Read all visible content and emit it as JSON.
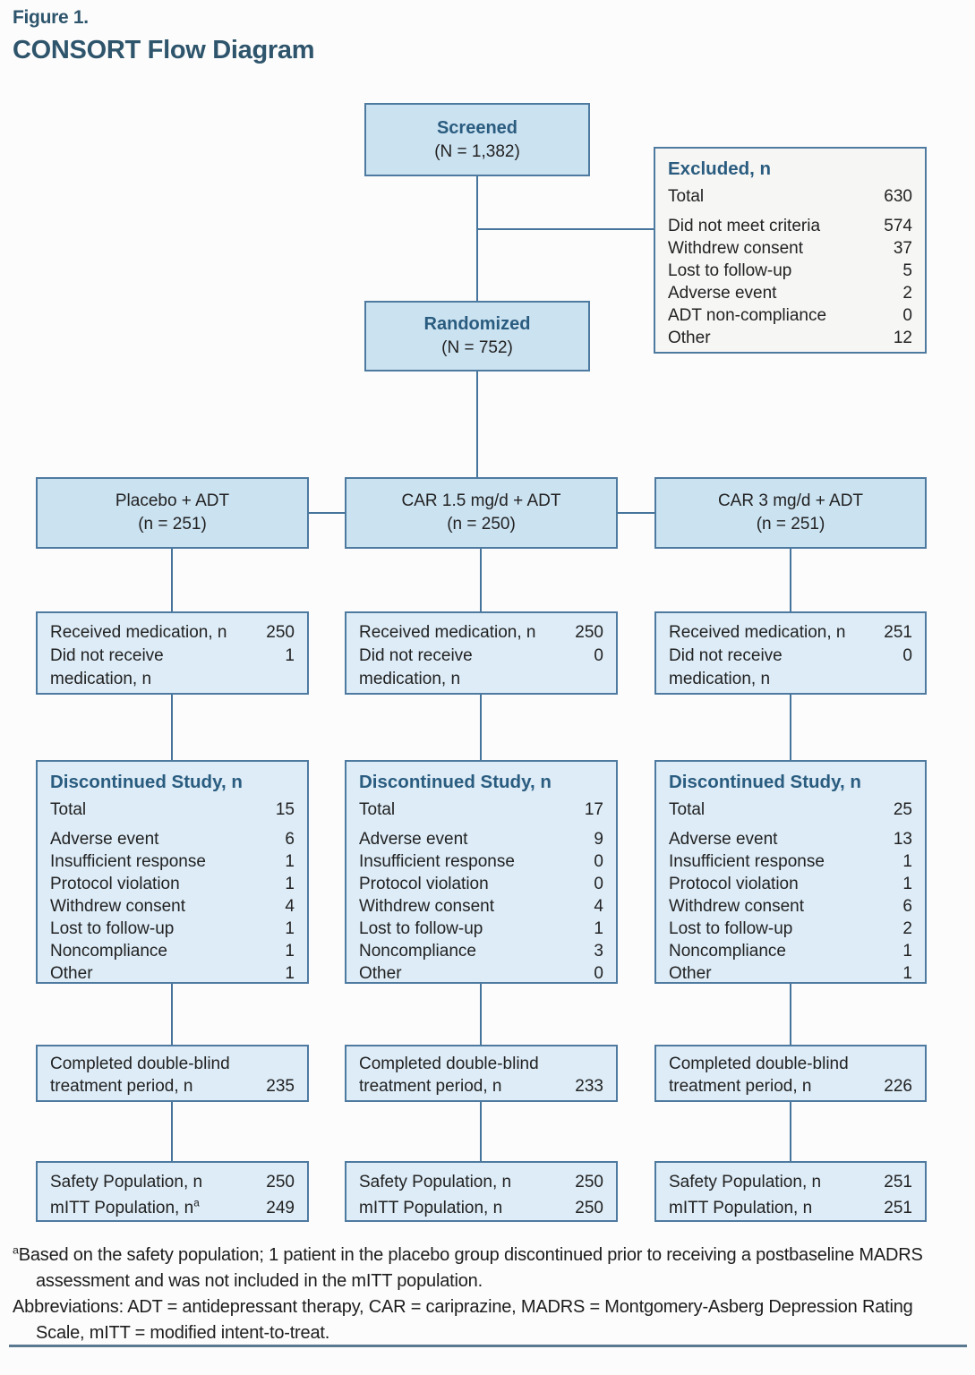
{
  "colors": {
    "border": "#4e7aa0",
    "line": "#46749b",
    "box_blue": "#cbe2f1",
    "box_light": "#ddecf7",
    "box_gray": "#f6f6f5",
    "header_text": "#2a5c7f",
    "title_text": "#2e556c",
    "body_text": "#222222",
    "rule": "#5a7890",
    "page_bg": "#fcfcfc"
  },
  "figure": {
    "label": "Figure 1.",
    "title": "CONSORT Flow Diagram"
  },
  "screened": {
    "title": "Screened",
    "n": "(N = 1,382)"
  },
  "excluded": {
    "title": "Excluded, n",
    "rows": [
      {
        "label": "Total",
        "value": "630"
      },
      {
        "label": "Did not meet criteria",
        "value": "574"
      },
      {
        "label": "Withdrew consent",
        "value": "37"
      },
      {
        "label": "Lost to follow-up",
        "value": "5"
      },
      {
        "label": "Adverse event",
        "value": "2"
      },
      {
        "label": "ADT non-compliance",
        "value": "0"
      },
      {
        "label": "Other",
        "value": "12"
      }
    ]
  },
  "randomized": {
    "title": "Randomized",
    "n": "(N = 752)"
  },
  "arms": [
    {
      "title": "Placebo + ADT",
      "n": "(n = 251)",
      "received": [
        {
          "label": "Received medication, n",
          "value": "250"
        },
        {
          "label": "Did not receive medication, n",
          "value": "1"
        }
      ],
      "discontinued_title": "Discontinued Study, n",
      "discontinued": [
        {
          "label": "Total",
          "value": "15"
        },
        {
          "label": "Adverse event",
          "value": "6"
        },
        {
          "label": "Insufficient response",
          "value": "1"
        },
        {
          "label": "Protocol violation",
          "value": "1"
        },
        {
          "label": "Withdrew consent",
          "value": "4"
        },
        {
          "label": "Lost to follow-up",
          "value": "1"
        },
        {
          "label": "Noncompliance",
          "value": "1"
        },
        {
          "label": "Other",
          "value": "1"
        }
      ],
      "completed": {
        "line1": "Completed double-blind",
        "line2": "treatment period, n",
        "value": "235"
      },
      "population": [
        {
          "label": "Safety Population, n",
          "sup": "",
          "value": "250"
        },
        {
          "label": "mITT Population, n",
          "sup": "a",
          "value": "249"
        }
      ]
    },
    {
      "title": "CAR 1.5 mg/d + ADT",
      "n": "(n = 250)",
      "received": [
        {
          "label": "Received medication, n",
          "value": "250"
        },
        {
          "label": "Did not receive medication, n",
          "value": "0"
        }
      ],
      "discontinued_title": "Discontinued Study, n",
      "discontinued": [
        {
          "label": "Total",
          "value": "17"
        },
        {
          "label": "Adverse event",
          "value": "9"
        },
        {
          "label": "Insufficient response",
          "value": "0"
        },
        {
          "label": "Protocol violation",
          "value": "0"
        },
        {
          "label": "Withdrew consent",
          "value": "4"
        },
        {
          "label": "Lost to follow-up",
          "value": "1"
        },
        {
          "label": "Noncompliance",
          "value": "3"
        },
        {
          "label": "Other",
          "value": "0"
        }
      ],
      "completed": {
        "line1": "Completed double-blind",
        "line2": "treatment period, n",
        "value": "233"
      },
      "population": [
        {
          "label": "Safety Population, n",
          "sup": "",
          "value": "250"
        },
        {
          "label": "mITT Population, n",
          "sup": "",
          "value": "250"
        }
      ]
    },
    {
      "title": "CAR 3 mg/d + ADT",
      "n": "(n = 251)",
      "received": [
        {
          "label": "Received medication, n",
          "value": "251"
        },
        {
          "label": "Did not receive medication, n",
          "value": "0"
        }
      ],
      "discontinued_title": "Discontinued Study, n",
      "discontinued": [
        {
          "label": "Total",
          "value": "25"
        },
        {
          "label": "Adverse event",
          "value": "13"
        },
        {
          "label": "Insufficient response",
          "value": "1"
        },
        {
          "label": "Protocol violation",
          "value": "1"
        },
        {
          "label": "Withdrew consent",
          "value": "6"
        },
        {
          "label": "Lost to follow-up",
          "value": "2"
        },
        {
          "label": "Noncompliance",
          "value": "1"
        },
        {
          "label": "Other",
          "value": "1"
        }
      ],
      "completed": {
        "line1": "Completed double-blind",
        "line2": "treatment period, n",
        "value": "226"
      },
      "population": [
        {
          "label": "Safety Population, n",
          "sup": "",
          "value": "251"
        },
        {
          "label": "mITT Population, n",
          "sup": "",
          "value": "251"
        }
      ]
    }
  ],
  "footnotes": {
    "note_sup": "a",
    "note": "Based on the safety population; 1 patient in the placebo group discontinued prior to receiving a postbaseline MADRS assessment and was not included in the mITT population.",
    "abbreviations": "Abbreviations: ADT = antidepressant therapy, CAR = cariprazine, MADRS = Montgomery-Asberg Depression Rating Scale, mITT = modified intent-to-treat."
  }
}
